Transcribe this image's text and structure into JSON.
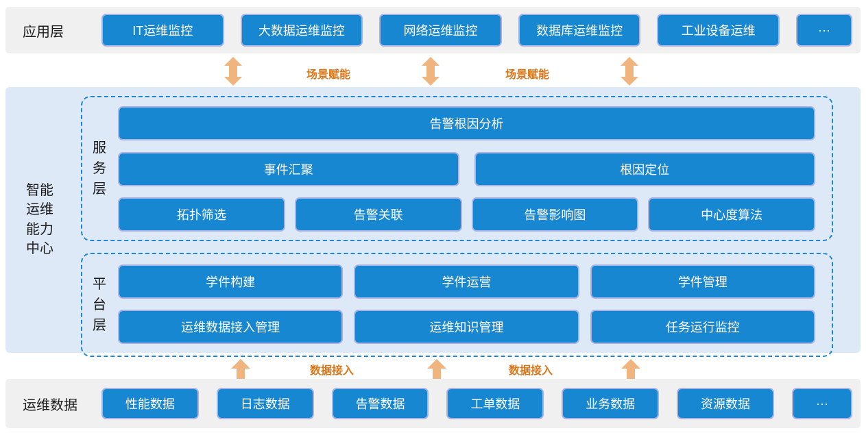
{
  "colors": {
    "box_blue": "#1787d1",
    "box_border": "#a9b4e3",
    "band_gray": "#f0f0f0",
    "band_blue": "#dde9f7",
    "dashed_border": "#1e86d6",
    "arrow_orange": "#f0b47f",
    "link_label_orange": "#d9771c",
    "text_dark": "#1a1a1a",
    "text_white": "#ffffff"
  },
  "app_layer": {
    "label": "应用层",
    "items": [
      "IT运维监控",
      "大数据运维监控",
      "网络运维监控",
      "数据库运维监控",
      "工业设备运维",
      "···"
    ]
  },
  "links": {
    "scene": [
      "场景赋能",
      "场景赋能"
    ],
    "data": [
      "数据接入",
      "数据接入"
    ]
  },
  "center": {
    "label": "智能运维能力中心",
    "service": {
      "label": "服务层",
      "row1": [
        "告警根因分析"
      ],
      "row2": [
        "事件汇聚",
        "根因定位"
      ],
      "row3": [
        "拓扑筛选",
        "告警关联",
        "告警影响图",
        "中心度算法"
      ]
    },
    "platform": {
      "label": "平台层",
      "row1": [
        "学件构建",
        "学件运营",
        "学件管理"
      ],
      "row2": [
        "运维数据接入管理",
        "运维知识管理",
        "任务运行监控"
      ]
    }
  },
  "data_layer": {
    "label": "运维数据",
    "items": [
      "性能数据",
      "日志数据",
      "告警数据",
      "工单数据",
      "业务数据",
      "资源数据",
      "···"
    ]
  }
}
